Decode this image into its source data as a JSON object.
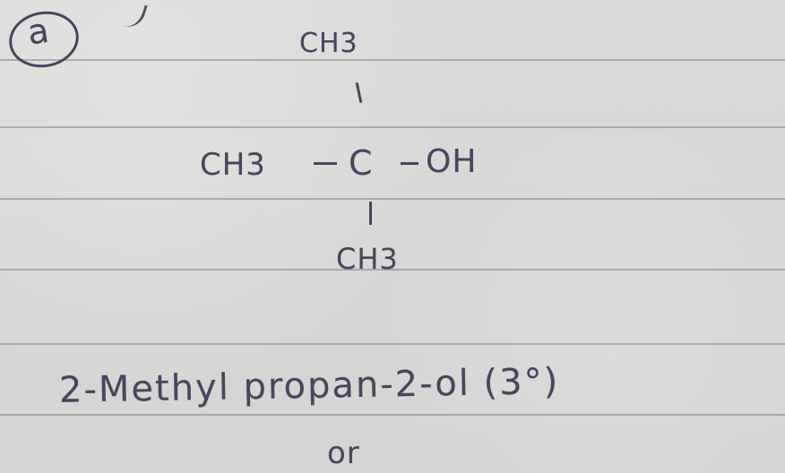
{
  "note": {
    "part_label": "a",
    "structure": {
      "top_group": "CH3",
      "left_group": "CH3",
      "center_atom": "C",
      "right_group": "OH",
      "bottom_group": "CH3"
    },
    "compound_name": "2-Methyl propan-2-ol (3°)",
    "connector": "or"
  }
}
